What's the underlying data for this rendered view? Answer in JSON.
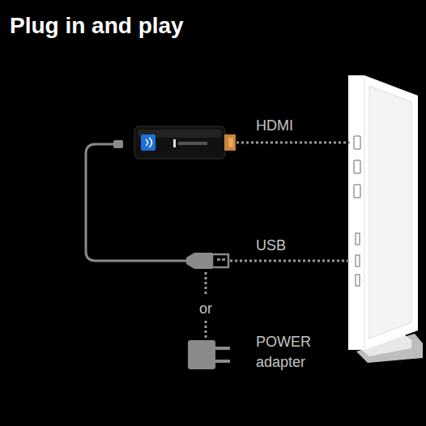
{
  "diagram": {
    "title": "Plug in and play",
    "labels": [
      "HDMI",
      "USB",
      "or",
      "POWER adapter"
    ]
  }
}
